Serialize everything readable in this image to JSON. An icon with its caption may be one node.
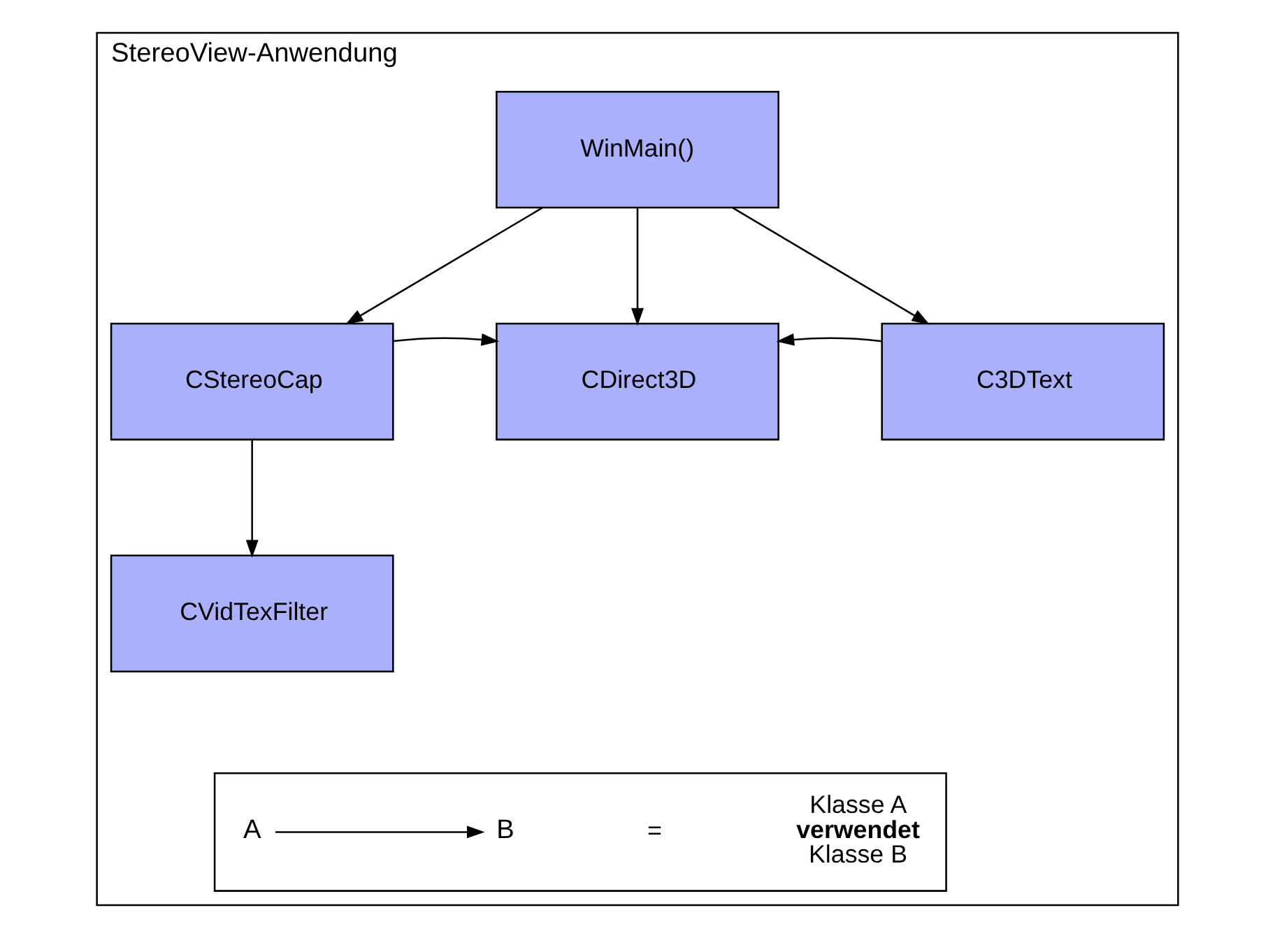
{
  "diagram": {
    "nodes": [
      {
        "text": [
          "StereoView-Anwendung"
        ]
      },
      {
        "text": [
          "WinMain()"
        ],
        "in": 0
      },
      {
        "text": [
          "CStereoCap"
        ],
        "in": 0
      },
      {
        "text": [
          "CDirect3D"
        ],
        "in": 0
      },
      {
        "text": [
          "C3DText"
        ],
        "in": 0
      },
      {
        "text": [
          "CVidTexFilter"
        ],
        "in": 0
      },
      {
        "text": [],
        "shape": "box",
        "in": 0
      },
      {
        "text": [
          "A"
        ],
        "in": 6
      },
      {
        "text": [
          "B"
        ],
        "in": 6
      }
    ],
    "edges": [
      {
        "from": 1,
        "to": 2,
        "arrow": "to"
      },
      {
        "from": 1,
        "to": 3,
        "arrow": "to"
      },
      {
        "from": 1,
        "to": 4,
        "arrow": "to"
      },
      {
        "from": 2,
        "to": 3,
        "arrow": "to"
      },
      {
        "from": 4,
        "to": 3,
        "arrow": "to"
      },
      {
        "from": 2,
        "to": 5,
        "arrow": "to"
      },
      {
        "from": 7,
        "to": 8,
        "arrow": "to"
      }
    ],
    "labels": [
      "=",
      "Klasse A **verwendet** Klasse B"
    ]
  }
}
